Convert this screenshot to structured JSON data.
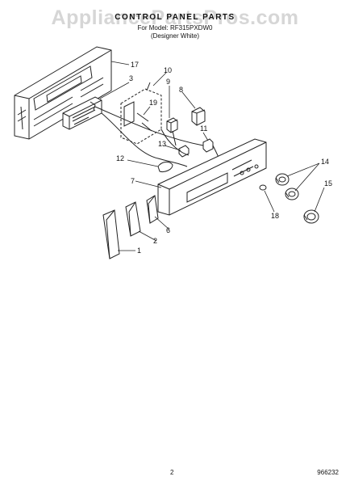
{
  "watermark": "AppliancePartsPros.com",
  "header": {
    "title": "CONTROL PANEL PARTS",
    "model_line": "For Model: RF315PXDW0",
    "color_line": "(Designer White)"
  },
  "callouts": {
    "c1": "1",
    "c2": "2",
    "c3": "3",
    "c6": "6",
    "c7": "7",
    "c8": "8",
    "c9": "9",
    "c10": "10",
    "c11": "11",
    "c12": "12",
    "c13": "13",
    "c14": "14",
    "c15": "15",
    "c17": "17",
    "c18": "18",
    "c19": "19"
  },
  "footer": {
    "page_number": "2",
    "doc_code": "966232"
  }
}
